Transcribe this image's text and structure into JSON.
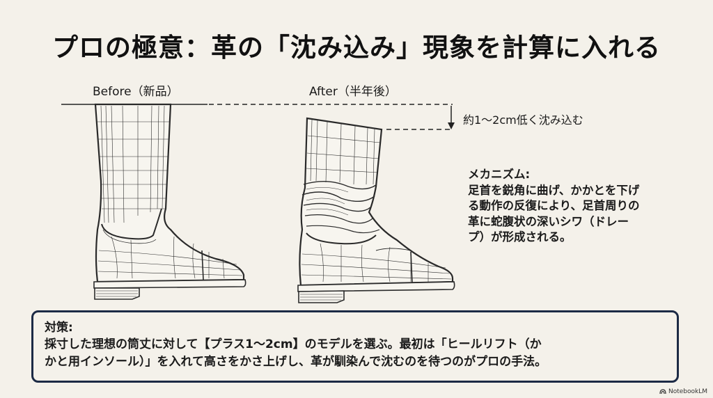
{
  "title": "プロの極意：革の「沈み込み」現象を計算に入れる",
  "labels": {
    "before": "Before（新品）",
    "after": "After（半年後）",
    "drop": "約1〜2cm低く沈み込む"
  },
  "mechanism": {
    "heading": "メカニズム:",
    "body": "足首を鋭角に曲げ、かかとを下げ\nる動作の反復により、足首周りの\n革に蛇腹状の深いシワ（ドレー\nプ）が形成される。"
  },
  "countermeasure": {
    "heading": "対策:",
    "body": "採寸した理想の筒丈に対して【プラス1〜2cm】のモデルを選ぶ。最初は「ヒールリフト（か\nかと用インソール）」を入れて高さをかさ上げし、革が馴染んで沈むのを待つのがプロの手法。"
  },
  "brand": {
    "icon": "notebooklm-logo-icon",
    "label": "NotebookLM"
  },
  "colors": {
    "background": "#f4f1ea",
    "box_border": "#1c2a45",
    "ink": "#1a1a1a"
  }
}
